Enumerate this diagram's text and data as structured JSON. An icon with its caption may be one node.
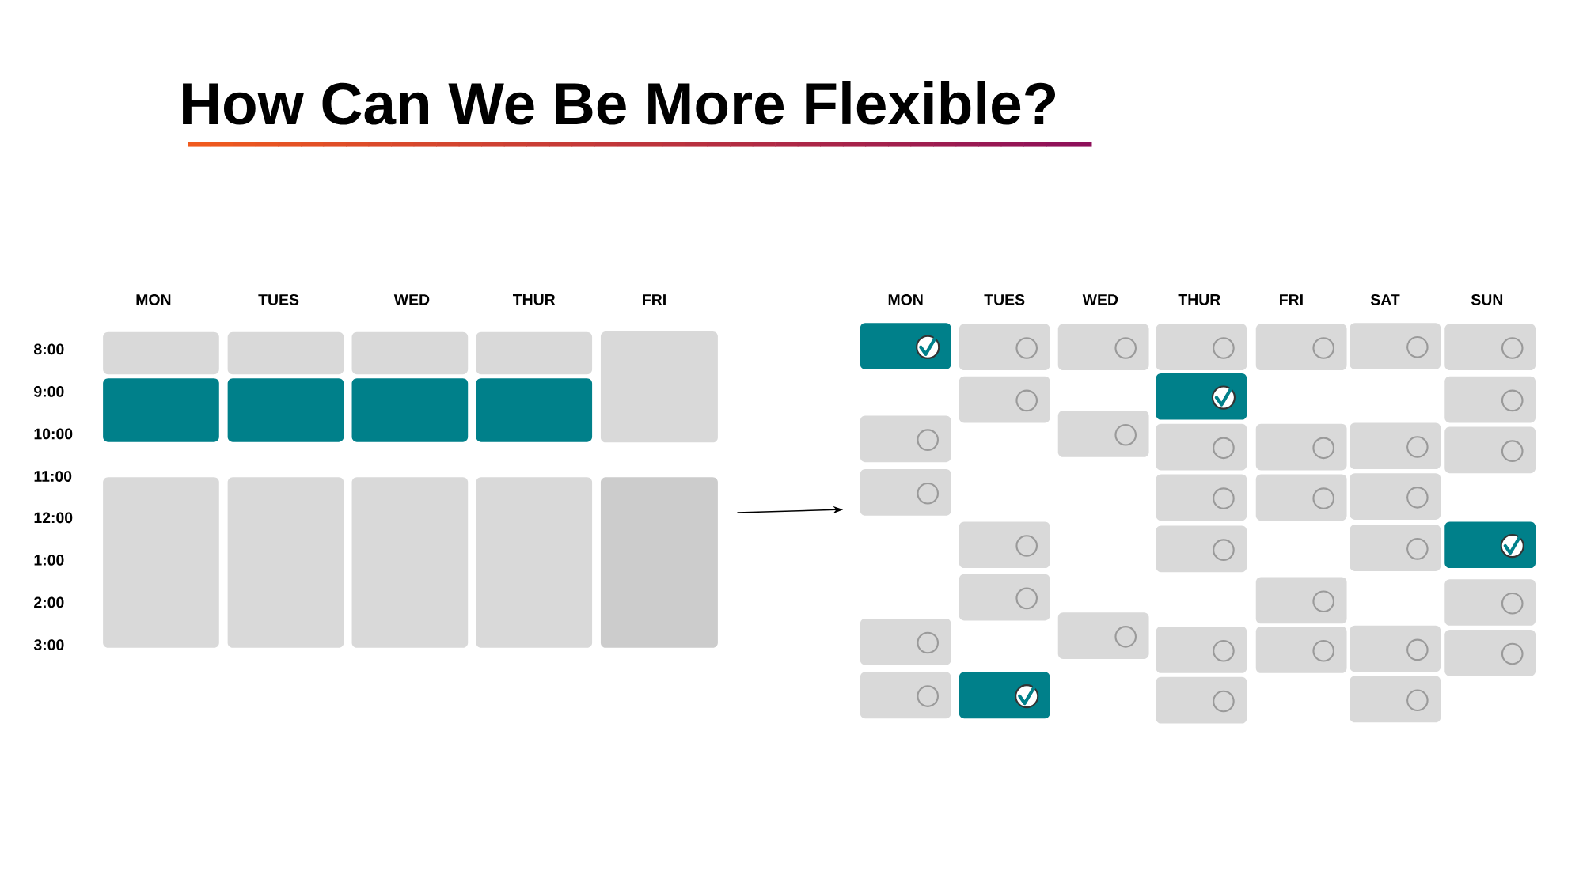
{
  "diagram": {
    "title": "How Can We Be More Flexible?",
    "nodes": [
      {
        "text": [],
        "shape": "box"
      },
      {
        "text": [],
        "shape": "box"
      },
      {
        "text": [],
        "shape": "box"
      },
      {
        "text": [],
        "shape": "box"
      },
      {
        "text": [],
        "shape": "box"
      },
      {
        "text": [],
        "shape": "box"
      },
      {
        "text": [],
        "shape": "box"
      },
      {
        "text": [],
        "shape": "box"
      },
      {
        "text": [],
        "shape": "box"
      },
      {
        "text": [],
        "shape": "box"
      },
      {
        "text": [],
        "shape": "box"
      },
      {
        "text": [],
        "shape": "box"
      },
      {
        "text": [],
        "shape": "box"
      },
      {
        "text": [],
        "shape": "box"
      },
      {
        "text": [],
        "shape": "box"
      },
      {
        "text": [],
        "shape": "box"
      },
      {
        "text": [],
        "shape": "box"
      },
      {
        "text": [],
        "shape": "box"
      },
      {
        "text": [],
        "shape": "box"
      },
      {
        "text": [],
        "shape": "box"
      },
      {
        "text": [],
        "shape": "box"
      },
      {
        "text": [],
        "shape": "box"
      },
      {
        "text": [],
        "shape": "box"
      },
      {
        "text": [],
        "shape": "box"
      },
      {
        "text": [],
        "shape": "box"
      },
      {
        "text": [],
        "shape": "box"
      },
      {
        "text": [],
        "shape": "box"
      },
      {
        "text": [],
        "shape": "box"
      },
      {
        "text": [],
        "shape": "box"
      },
      {
        "text": [],
        "shape": "box"
      },
      {
        "text": [],
        "shape": "box"
      },
      {
        "text": [],
        "shape": "box"
      },
      {
        "text": [],
        "shape": "box"
      },
      {
        "text": [],
        "shape": "box"
      },
      {
        "text": [],
        "shape": "box"
      },
      {
        "text": [],
        "shape": "box"
      },
      {
        "text": [],
        "shape": "box"
      },
      {
        "text": [],
        "shape": "box"
      },
      {
        "text": [],
        "shape": "box"
      },
      {
        "text": [],
        "shape": "box"
      },
      {
        "text": [],
        "shape": "box"
      },
      {
        "text": [],
        "shape": "box"
      },
      {
        "text": [],
        "shape": "box"
      },
      {
        "text": [],
        "shape": "box"
      },
      {
        "text": [],
        "shape": "box"
      },
      {
        "text": [],
        "shape": "box"
      },
      {
        "text": [],
        "shape": "box"
      },
      {
        "text": [],
        "shape": "box"
      },
      {
        "text": [],
        "shape": "box"
      },
      {
        "text": [],
        "shape": "box"
      },
      {
        "text": [],
        "shape": "box"
      }
    ],
    "edges": [
      {
        "from": 13,
        "to": 16,
        "arrow": "to"
      }
    ],
    "labels": [
      "MON",
      "TUES",
      "WED",
      "THUR",
      "FRI",
      "8:00",
      "9:00",
      "10:00",
      "11:00",
      "12:00",
      "1:00",
      "2:00",
      "3:00",
      "MON",
      "TUES",
      "WED",
      "THUR",
      "FRI",
      "SAT",
      "SUN"
    ]
  }
}
